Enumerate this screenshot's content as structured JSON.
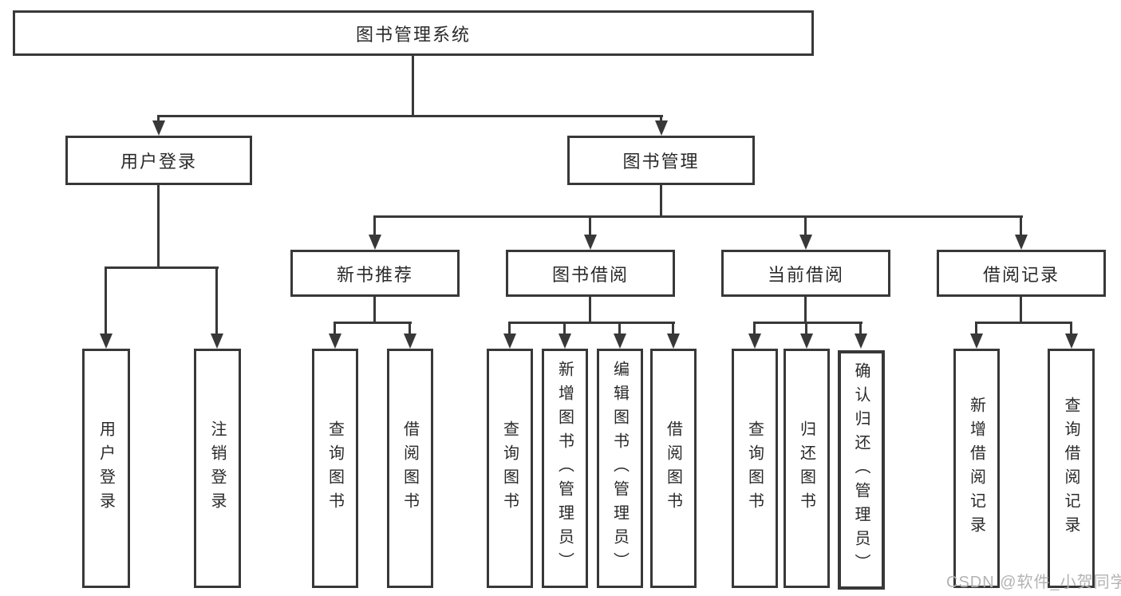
{
  "root": {
    "label": "图书管理系统"
  },
  "user_login": {
    "label": "用户登录",
    "children": [
      {
        "label": "用户登录"
      },
      {
        "label": "注销登录"
      }
    ]
  },
  "book_mgmt": {
    "label": "图书管理",
    "new_book_rec": {
      "label": "新书推荐",
      "children": [
        {
          "label": "查询图书"
        },
        {
          "label": "借阅图书"
        }
      ]
    },
    "book_borrow": {
      "label": "图书借阅",
      "children": [
        {
          "label": "查询图书"
        },
        {
          "label": "新增图书（管理员）"
        },
        {
          "label": "编辑图书（管理员）"
        },
        {
          "label": "借阅图书"
        }
      ]
    },
    "current_borrow": {
      "label": "当前借阅",
      "children": [
        {
          "label": "查询图书"
        },
        {
          "label": "归还图书"
        },
        {
          "label": "确认归还（管理员）"
        }
      ]
    },
    "borrow_records": {
      "label": "借阅记录",
      "children": [
        {
          "label": "新增借阅记录"
        },
        {
          "label": "查询借阅记录"
        }
      ]
    }
  },
  "watermark": {
    "text": "CSDN @软件_小贺同学"
  },
  "colors": {
    "line": "#383838",
    "text": "#2a2a2a",
    "watermark": "#b3b3b3",
    "background": "#ffffff"
  }
}
